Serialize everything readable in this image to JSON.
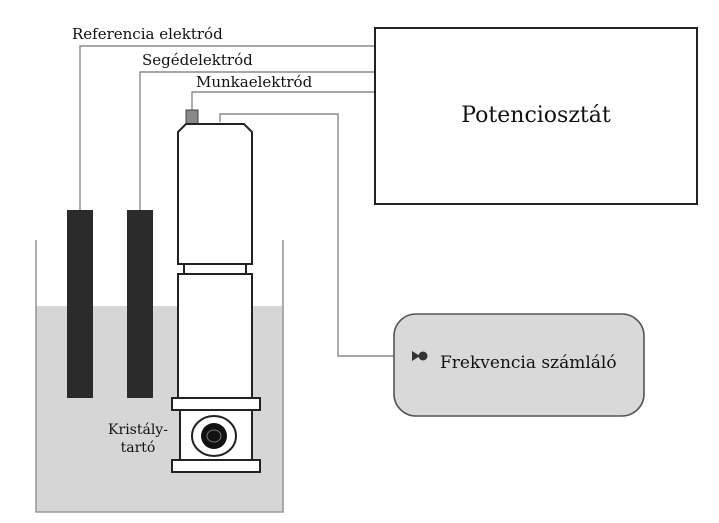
{
  "labels": {
    "reference_electrode": "Referencia elektród",
    "auxiliary_electrode": "Segédelektród",
    "working_electrode": "Munkaelektród",
    "potentiostat": "Potenciosztát",
    "frequency_counter": "Frekvencia számláló",
    "crystal_holder_line1": "Kristály-",
    "crystal_holder_line2": "tartó"
  },
  "colors": {
    "electrode": "#2b2b2b",
    "solution": "#d6d6d6",
    "counter_box": "#d9d9d9",
    "wire": "#8a8a8a",
    "outline": "#222222"
  }
}
